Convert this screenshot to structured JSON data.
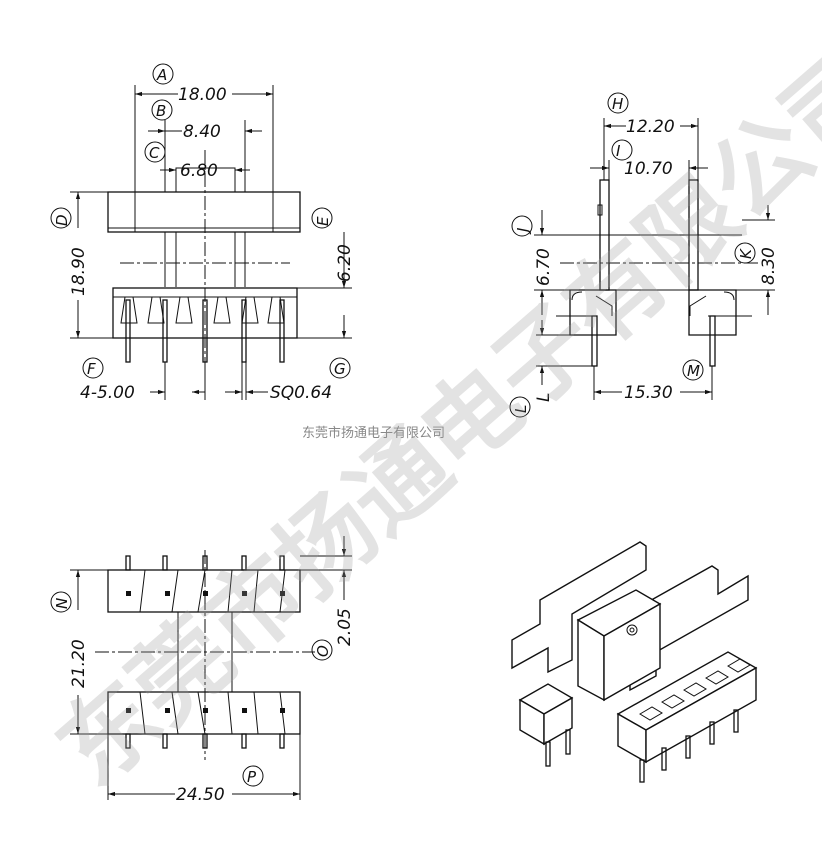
{
  "company_caption": "东莞市扬通电子有限公司",
  "watermark": "东莞市扬通电子有限公司",
  "front_view": {
    "dims": {
      "A": {
        "letter": "A",
        "value": "18.00"
      },
      "B": {
        "letter": "B",
        "value": "8.40"
      },
      "C": {
        "letter": "C",
        "value": "6.80"
      },
      "D": {
        "letter": "D",
        "value": "18.90"
      },
      "E": {
        "letter": "E",
        "value": "6.20"
      },
      "F": {
        "letter": "F",
        "value": "4-5.00"
      },
      "G": {
        "letter": "G",
        "value": "SQ0.64"
      }
    }
  },
  "side_view": {
    "dims": {
      "H": {
        "letter": "H",
        "value": "12.20"
      },
      "I": {
        "letter": "I",
        "value": "10.70"
      },
      "J": {
        "letter": "J",
        "value": "6.70"
      },
      "K": {
        "letter": "K",
        "value": "8.30"
      },
      "L": {
        "letter": "L",
        "value": "L"
      },
      "M": {
        "letter": "M",
        "value": "15.30"
      }
    }
  },
  "bottom_view": {
    "dims": {
      "N": {
        "letter": "N",
        "value": "21.20"
      },
      "O": {
        "letter": "O",
        "value": "2.05"
      },
      "P": {
        "letter": "P",
        "value": "24.50"
      }
    }
  },
  "iso_view": {}
}
